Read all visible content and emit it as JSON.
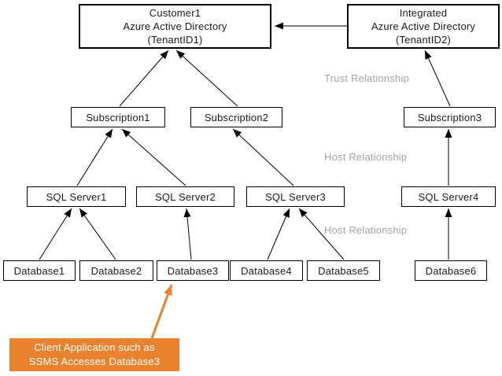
{
  "diagram": {
    "colors": {
      "accent_orange": "#E8822E",
      "edge_label_gray": "#A3A3A3",
      "line_black": "#000000",
      "box_background": "#FFFFFF",
      "box_border": "#000000"
    },
    "nodes": {
      "aad1": {
        "lines": [
          "Customer1",
          "Azure  Active Directory",
          "(TenantID1)"
        ]
      },
      "aad2": {
        "lines": [
          "Integrated",
          "Azure  Active Directory",
          "(TenantID2)"
        ]
      },
      "sub1": {
        "label": "Subscription1"
      },
      "sub2": {
        "label": "Subscription2"
      },
      "sub3": {
        "label": "Subscription3"
      },
      "sql1": {
        "label": "SQL Server1"
      },
      "sql2": {
        "label": "SQL Server2"
      },
      "sql3": {
        "label": "SQL Server3"
      },
      "sql4": {
        "label": "SQL Server4"
      },
      "db1": {
        "label": "Database1"
      },
      "db2": {
        "label": "Database2"
      },
      "db3": {
        "label": "Database3"
      },
      "db4": {
        "label": "Database4"
      },
      "db5": {
        "label": "Database5"
      },
      "db6": {
        "label": "Database6"
      },
      "client_note": {
        "lines": [
          "Client  Application  such as",
          "SSMS  Accesses Database3"
        ]
      }
    },
    "edge_labels": {
      "trust": "Trust Relationship",
      "host1": "Host Relationship",
      "host2": "Host Relationship"
    },
    "edges": [
      {
        "from": "Integrated Azure Active Directory (TenantID2)",
        "to": "Customer1 Azure Active Directory (TenantID1)"
      },
      {
        "from": "Subscription1",
        "to": "Customer1 Azure Active Directory (TenantID1)"
      },
      {
        "from": "Subscription2",
        "to": "Customer1 Azure Active Directory (TenantID1)"
      },
      {
        "from": "Subscription3",
        "to": "Integrated Azure Active Directory (TenantID2)"
      },
      {
        "from": "SQL Server1",
        "to": "Subscription1"
      },
      {
        "from": "SQL Server2",
        "to": "Subscription1"
      },
      {
        "from": "SQL Server3",
        "to": "Subscription2"
      },
      {
        "from": "SQL Server4",
        "to": "Subscription3"
      },
      {
        "from": "Database1",
        "to": "SQL Server1"
      },
      {
        "from": "Database2",
        "to": "SQL Server1"
      },
      {
        "from": "Database3",
        "to": "SQL Server2"
      },
      {
        "from": "Database4",
        "to": "SQL Server3"
      },
      {
        "from": "Database5",
        "to": "SQL Server3"
      },
      {
        "from": "Database6",
        "to": "SQL Server4"
      },
      {
        "from": "Client Application such as SSMS",
        "to": "Database3"
      }
    ]
  }
}
